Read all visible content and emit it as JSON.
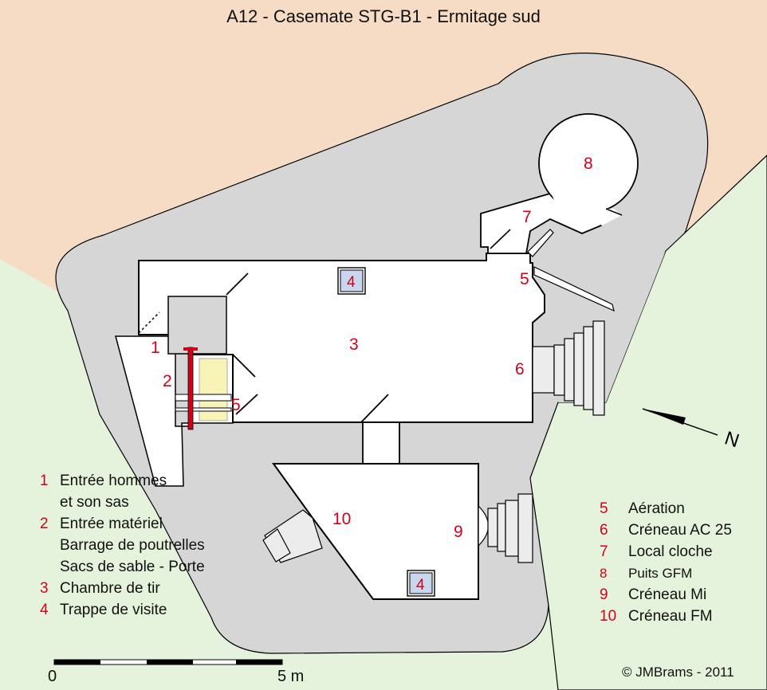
{
  "title": "A12 - Casemate STG-B1 - Ermitage sud",
  "colors": {
    "enemy_zone": "#f6dcc5",
    "friendly_zone": "#e6f3dc",
    "concrete": "#d6d6d6",
    "room": "#ffffff",
    "wall_outline": "#000000",
    "label_red": "#d0021b",
    "trap_fill": "#c9d7ee",
    "sandbag_fill": "#f8f4b8",
    "steps_fill": "#ececec"
  },
  "plan_labels": {
    "l1": "1",
    "l2": "2",
    "l3": "3",
    "l4a": "4",
    "l4b": "4",
    "l5a": "5",
    "l5b": "5",
    "l6": "6",
    "l7": "7",
    "l8": "8",
    "l9": "9",
    "l10": "10"
  },
  "north_label": "N",
  "legend_left": [
    {
      "num": "1",
      "text": "Entrée hommes",
      "sub": "et son sas"
    },
    {
      "num": "2",
      "text": "Entrée matériel",
      "sub": "Barrage de poutrelles",
      "sub2": "Sacs de sable - Porte"
    },
    {
      "num": "3",
      "text": "Chambre de tir"
    },
    {
      "num": "4",
      "text": "Trappe de visite"
    }
  ],
  "legend_right": [
    {
      "num": "5",
      "text": "Aération"
    },
    {
      "num": "6",
      "text": "Créneau AC 25"
    },
    {
      "num": "7",
      "text": "Local cloche"
    },
    {
      "num": "8",
      "text": "Puits GFM"
    },
    {
      "num": "9",
      "text": "Créneau Mi"
    },
    {
      "num": "10",
      "text": "Créneau FM"
    }
  ],
  "scale": {
    "start": "0",
    "end": "5 m"
  },
  "copyright": "©  JMBrams  -  2011"
}
